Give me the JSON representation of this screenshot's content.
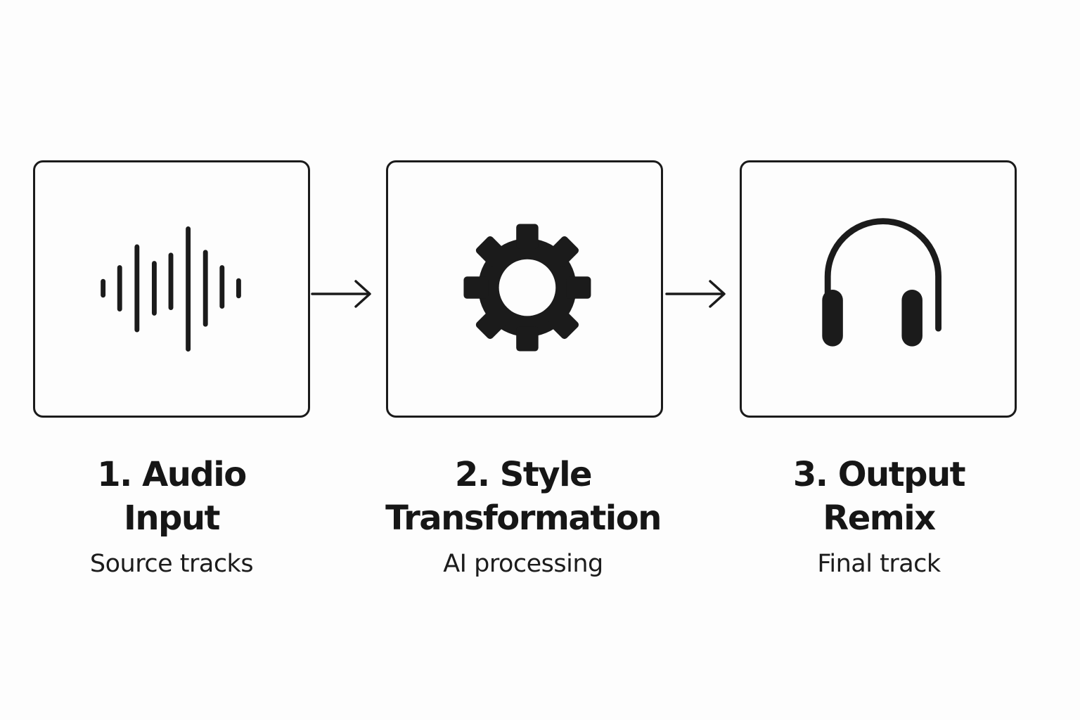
{
  "steps": [
    {
      "title_line1": "1. Audio",
      "title_line2": "Input",
      "subtitle": "Source tracks",
      "icon": "waveform-icon"
    },
    {
      "title_line1": "2. Style",
      "title_line2": "Transformation",
      "subtitle": "AI processing",
      "icon": "gear-icon"
    },
    {
      "title_line1": "3. Output",
      "title_line2": "Remix",
      "subtitle": "Final track",
      "icon": "headphones-icon"
    }
  ],
  "connectors": [
    "arrow-right-icon",
    "arrow-right-icon"
  ],
  "colors": {
    "background": "#fdfdfd",
    "stroke": "#1b1b1b",
    "text": "#161616"
  }
}
